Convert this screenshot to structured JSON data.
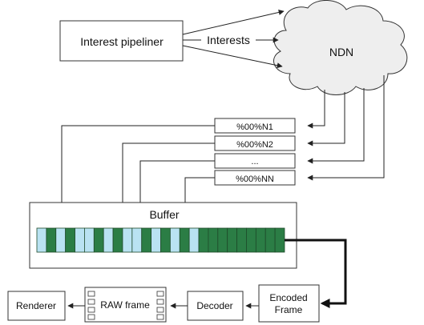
{
  "nodes": {
    "pipeliner": "Interest pipeliner",
    "network": "NDN",
    "buffer": "Buffer",
    "encoded_line1": "Encoded",
    "encoded_line2": "Frame",
    "decoder": "Decoder",
    "raw_frame": "RAW frame",
    "renderer": "Renderer"
  },
  "edges": {
    "interests": "Interests"
  },
  "segments": [
    "%00%N1",
    "%00%N2",
    "...",
    "%00%NN"
  ],
  "buffer_slots": [
    "light",
    "dark",
    "light",
    "dark",
    "light",
    "light",
    "dark",
    "light",
    "dark",
    "light",
    "light",
    "dark",
    "light",
    "dark",
    "light",
    "dark",
    "light",
    "dark",
    "dark",
    "dark",
    "dark",
    "dark",
    "dark",
    "dark",
    "dark",
    "dark"
  ],
  "colors": {
    "slot_light": "#b9e2f2",
    "slot_dark": "#2b7d45",
    "cloud_fill": "#eeeeee",
    "line": "#222222"
  }
}
